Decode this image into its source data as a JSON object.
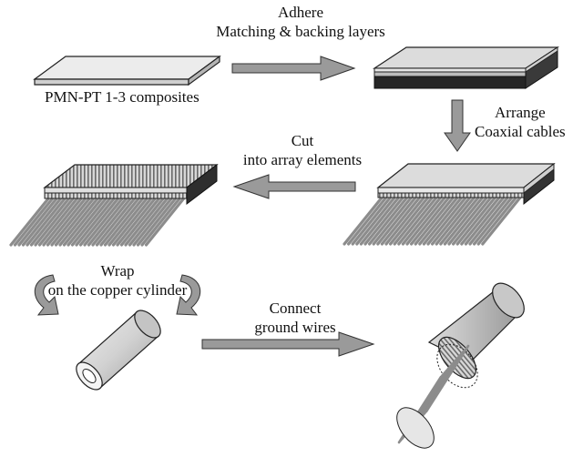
{
  "labels": {
    "adhere": "Adhere",
    "matching_backing": "Matching & backing layers",
    "composites": "PMN-PT 1-3 composites",
    "arrange": "Arrange",
    "coaxial": "Coaxial cables",
    "cut": "Cut",
    "array_elements": "into array elements",
    "wrap": "Wrap",
    "copper_cylinder": "on the copper cylinder",
    "connect": "Connect",
    "ground_wires": "ground wires"
  },
  "colors": {
    "arrow_fill": "#9a9a9a",
    "outline": "#222222",
    "plate_light": "#eaeaea",
    "backing_dark": "#2a2a2a",
    "cable": "#8c8c8c"
  }
}
